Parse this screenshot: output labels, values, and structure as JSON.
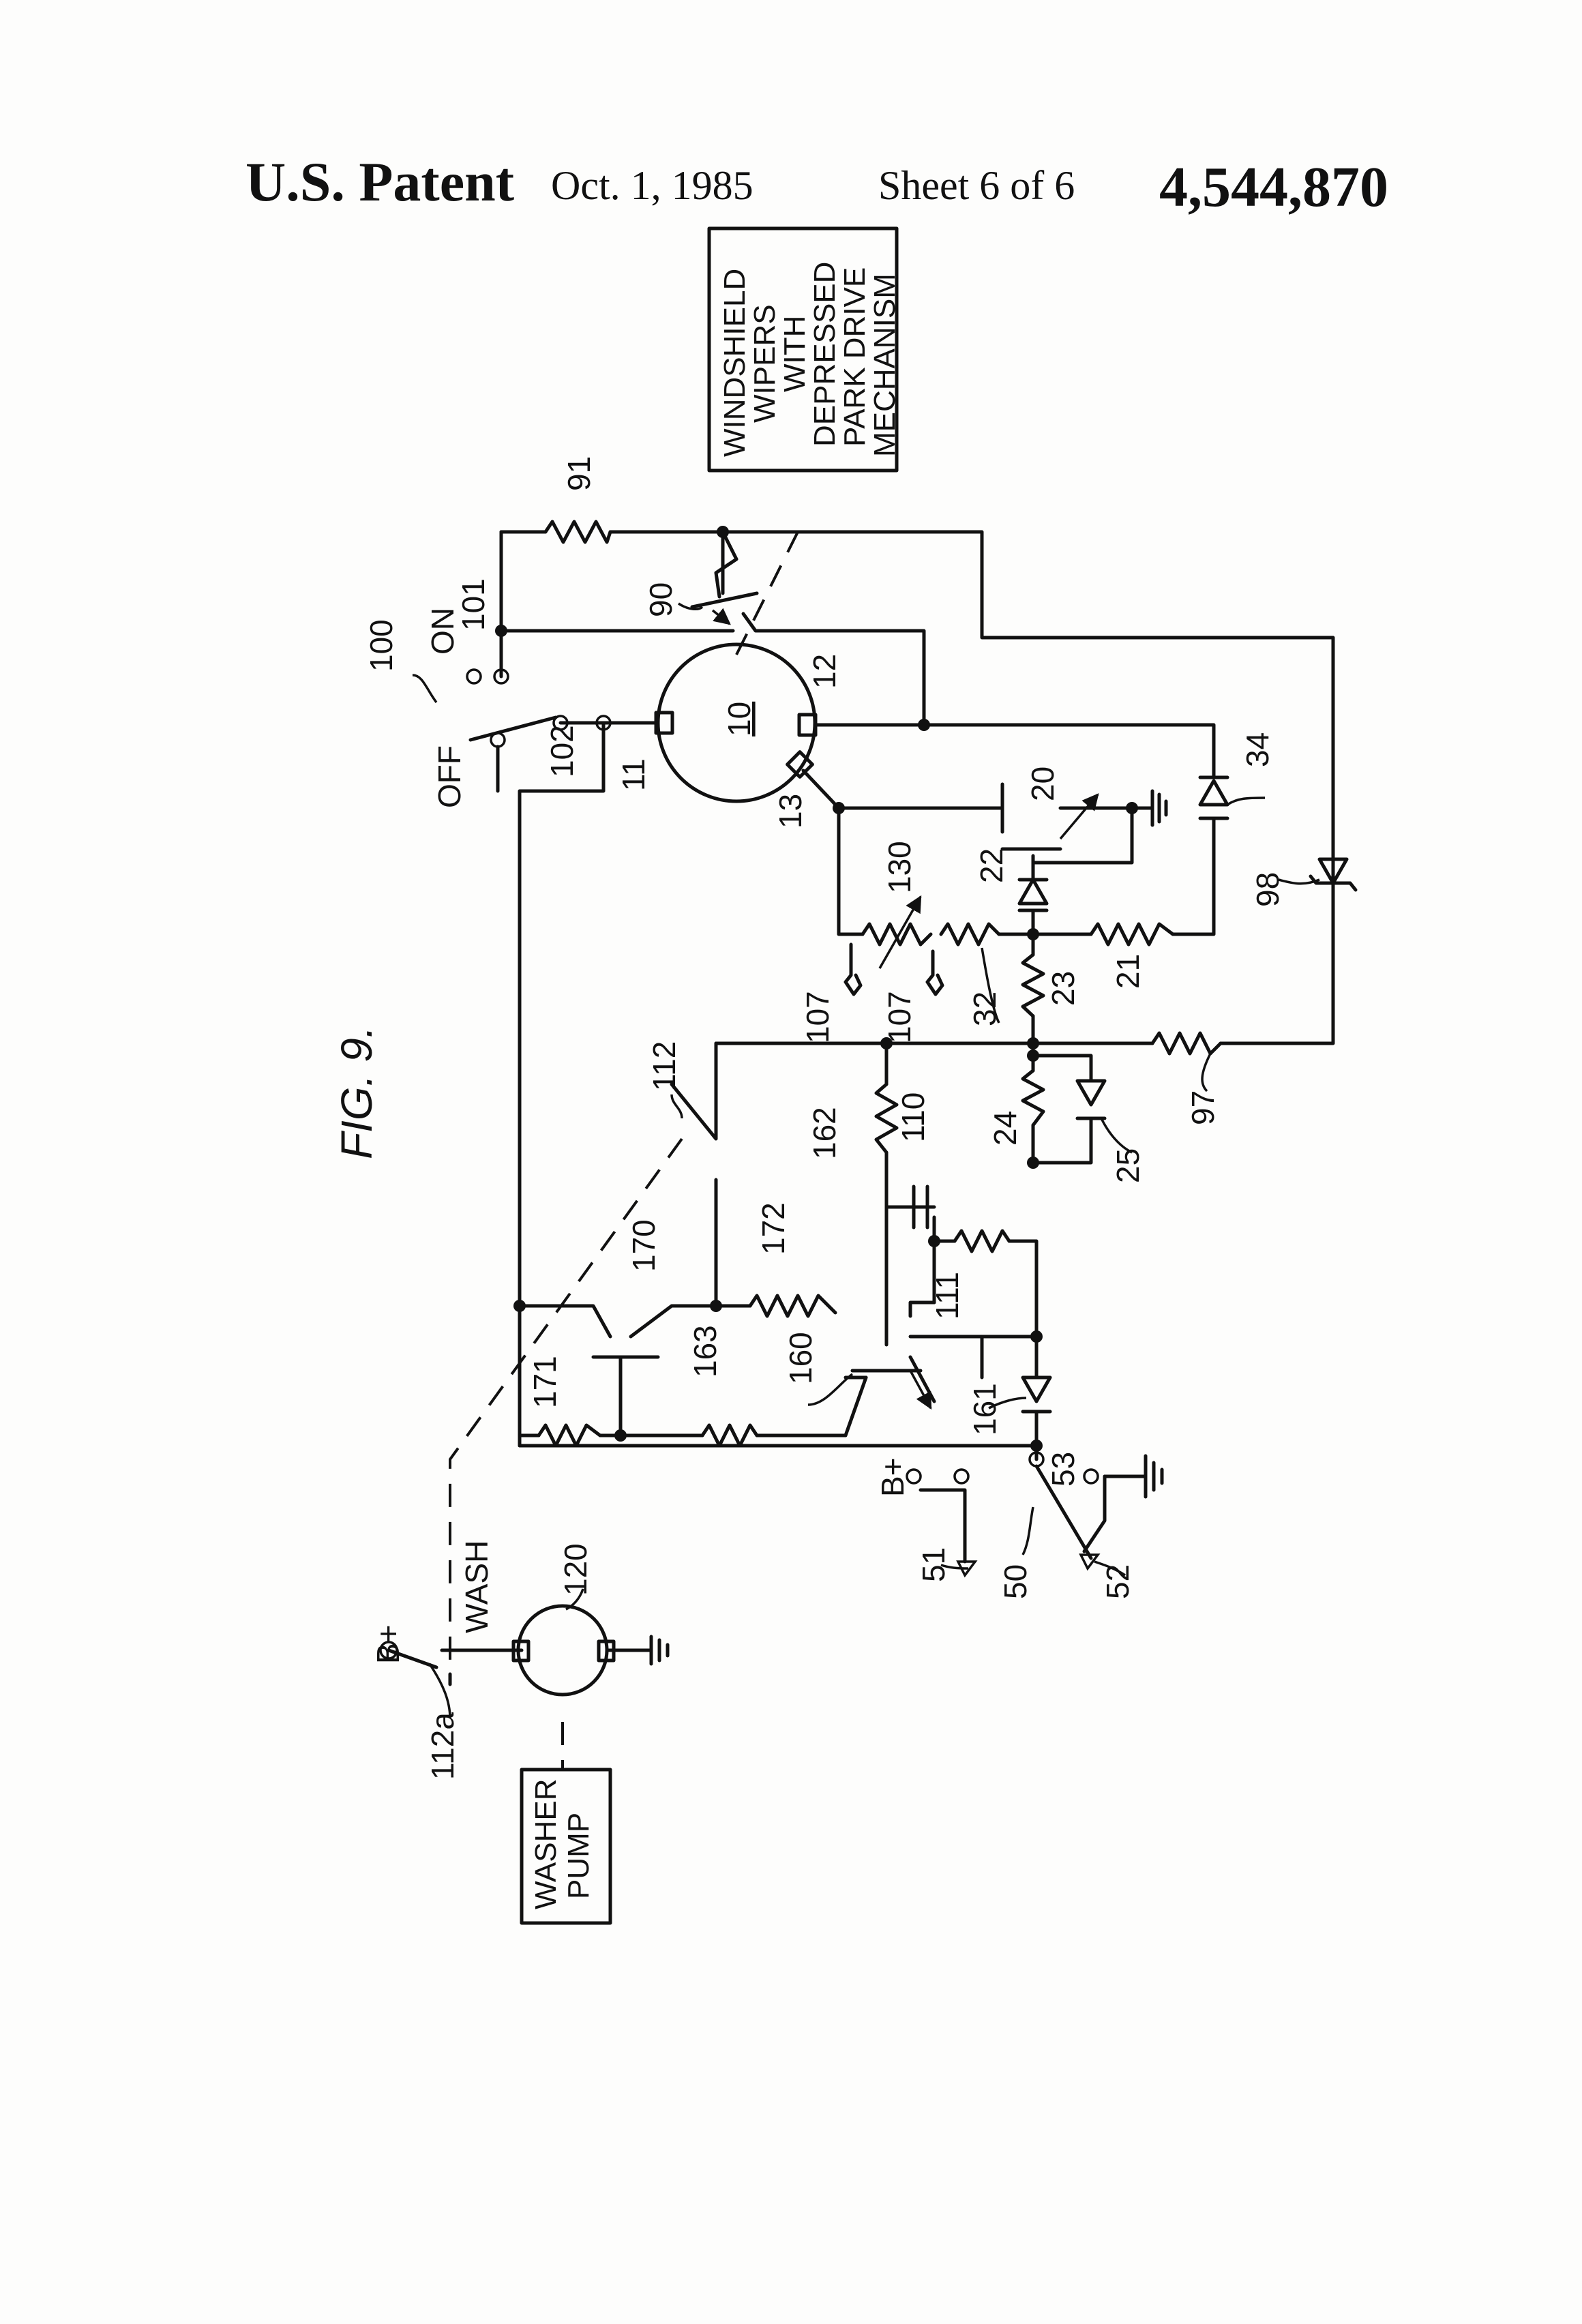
{
  "header": {
    "title": "U.S. Patent",
    "date": "Oct. 1, 1985",
    "sheet": "Sheet 6 of 6",
    "patent_number": "4,544,870"
  },
  "figure": {
    "label": "FIG. 9."
  },
  "boxes": {
    "wiper": [
      "WINDSHIELD",
      "WIPERS",
      "WITH",
      "DEPRESSED",
      "PARK DRIVE",
      "MECHANISM"
    ],
    "washer": [
      "WASHER",
      "PUMP"
    ]
  },
  "switch_labels": {
    "on": "ON",
    "off": "OFF",
    "wash": "WASH",
    "b_plus_top": "B+",
    "b_plus_bottom": "B+"
  },
  "refs": {
    "r91": "91",
    "r90": "90",
    "r100": "100",
    "r101": "101",
    "r102": "102",
    "r10": "10",
    "r11": "11",
    "r12": "12",
    "r13": "13",
    "r20": "20",
    "r22": "22",
    "r34": "34",
    "r98": "98",
    "r130": "130",
    "r107a": "107",
    "r107b": "107",
    "r32": "32",
    "r23": "23",
    "r21": "21",
    "r97": "97",
    "r24": "24",
    "r25": "25",
    "r112": "112",
    "r162": "162",
    "r110": "110",
    "r172": "172",
    "r170": "170",
    "r171": "171",
    "r163": "163",
    "r160": "160",
    "r111": "111",
    "r161": "161",
    "r53": "53",
    "r51": "51",
    "r50": "50",
    "r52": "52",
    "r120": "120",
    "r112a": "112a"
  }
}
